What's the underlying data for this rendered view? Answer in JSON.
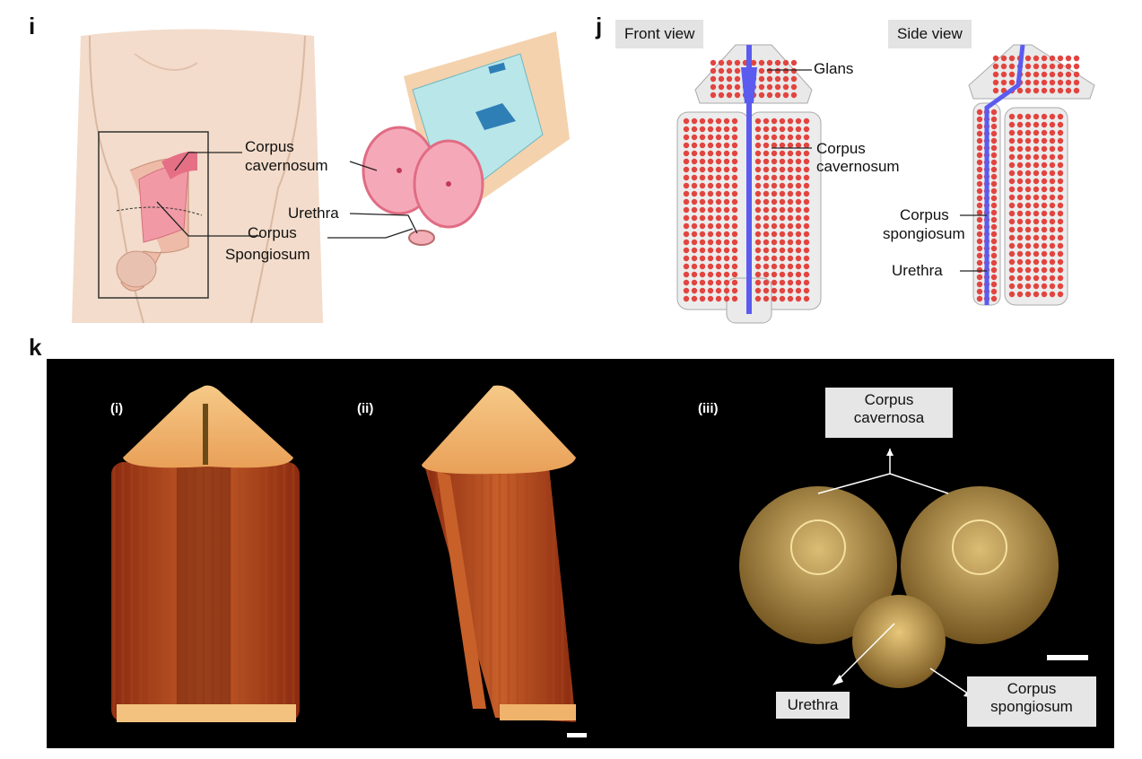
{
  "panels": {
    "i": {
      "letter": "i",
      "labels": {
        "corpus_cavernosum_1": "Corpus",
        "corpus_cavernosum_2": "cavernosum",
        "urethra": "Urethra",
        "corpus_spongiosum_1": "Corpus",
        "corpus_spongiosum_2": "Spongiosum"
      }
    },
    "j": {
      "letter": "j",
      "front_view": "Front view",
      "side_view": "Side view",
      "labels": {
        "glans": "Glans",
        "corpus_cavernosum_1": "Corpus",
        "corpus_cavernosum_2": "cavernosum",
        "corpus_spongiosum_1": "Corpus",
        "corpus_spongiosum_2": "spongiosum",
        "urethra": "Urethra"
      }
    },
    "k": {
      "letter": "k",
      "sub_i": "(i)",
      "sub_ii": "(ii)",
      "sub_iii": "(iii)",
      "labels": {
        "corpus_cavernosa_1": "Corpus",
        "corpus_cavernosa_2": "cavernosa",
        "urethra": "Urethra",
        "corpus_spongiosum_1": "Corpus",
        "corpus_spongiosum_2": "spongiosum"
      }
    }
  },
  "colors": {
    "skin": "#f3d9c6",
    "tissue_pink": "#e9788a",
    "lattice_red": "#e2443f",
    "channel_blue": "#5b5bf0",
    "photo_background": "#000000",
    "printed_orange": "#c4531c",
    "printed_amber": "#f0b060",
    "label_box_gray": "#e3e3e3"
  }
}
